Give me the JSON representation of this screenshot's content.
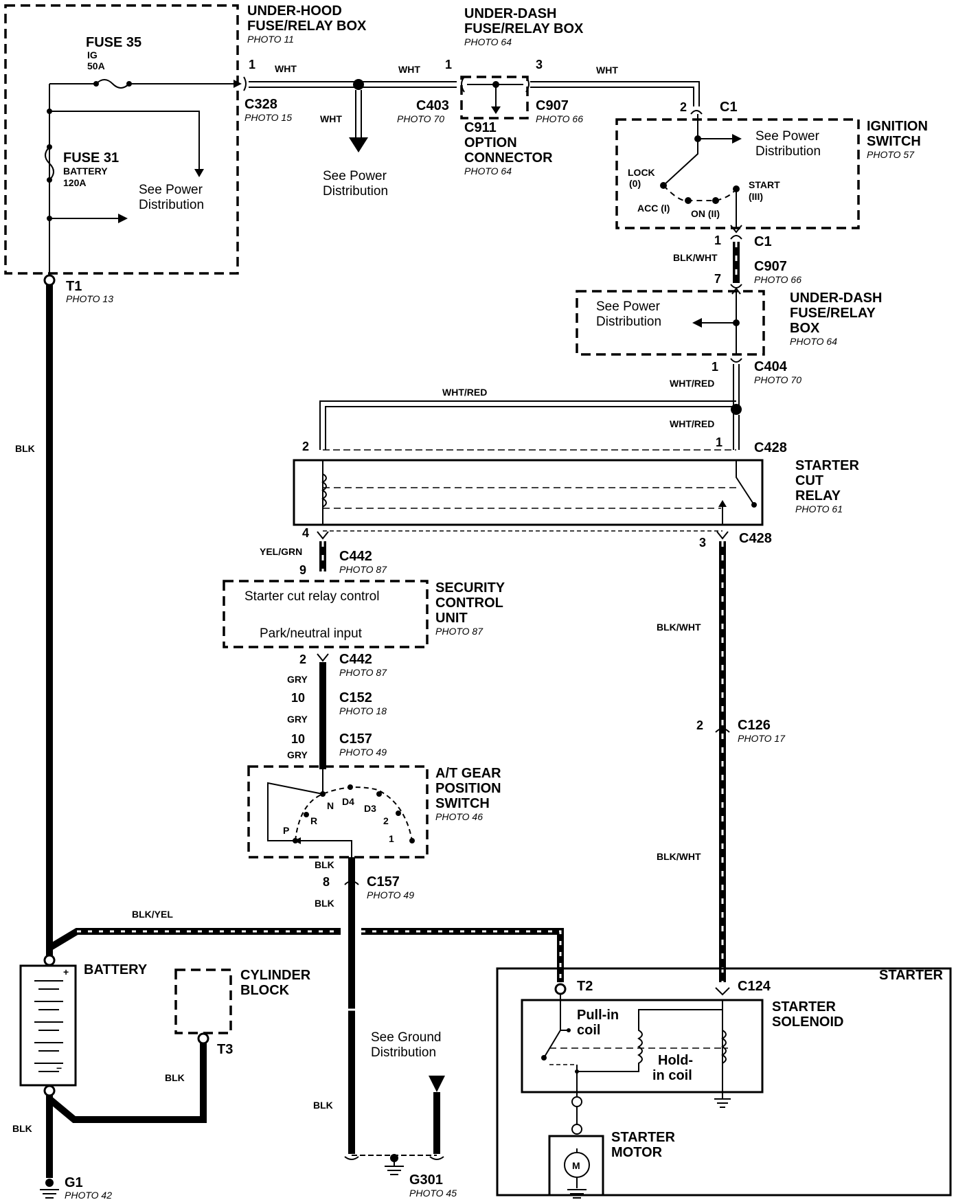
{
  "components": {
    "fuse35": {
      "name": "FUSE 35",
      "sub1": "IG",
      "sub2": "50A"
    },
    "fuse31": {
      "name": "FUSE 31",
      "sub1": "BATTERY",
      "sub2": "120A"
    },
    "underhood": {
      "line1": "UNDER-HOOD",
      "line2": "FUSE/RELAY BOX",
      "photo": "PHOTO 11"
    },
    "underdash_top": {
      "line1": "UNDER-DASH",
      "line2": "FUSE/RELAY BOX",
      "photo": "PHOTO 64"
    },
    "option": {
      "line1": "C911",
      "line2": "OPTION",
      "line3": "CONNECTOR",
      "photo": "PHOTO 64"
    },
    "ignition": {
      "line1": "IGNITION",
      "line2": "SWITCH",
      "photo": "PHOTO 57",
      "lock": "LOCK",
      "lock2": "(0)",
      "acc": "ACC (I)",
      "on": "ON (II)",
      "start": "START",
      "start2": "(III)"
    },
    "underdash_mid": {
      "line1": "UNDER-DASH",
      "line2": "FUSE/RELAY",
      "line3": "BOX",
      "photo": "PHOTO 64"
    },
    "starter_cut": {
      "line1": "STARTER",
      "line2": "CUT",
      "line3": "RELAY",
      "photo": "PHOTO 61"
    },
    "security": {
      "line1": "SECURITY",
      "line2": "CONTROL",
      "line3": "UNIT",
      "photo": "PHOTO 87",
      "in1": "Starter cut relay control",
      "in2": "Park/neutral input"
    },
    "atgear": {
      "line1": "A/T GEAR",
      "line2": "POSITION",
      "line3": "SWITCH",
      "photo": "PHOTO 46",
      "p": "P",
      "r": "R",
      "n": "N",
      "d4": "D4",
      "d3": "D3",
      "two": "2",
      "one": "1"
    },
    "battery": {
      "label": "BATTERY",
      "plus": "+",
      "minus": "−"
    },
    "cylinder": {
      "line1": "CYLINDER",
      "line2": "BLOCK"
    },
    "starter": {
      "label": "STARTER"
    },
    "solenoid": {
      "line1": "STARTER",
      "line2": "SOLENOID",
      "pull1": "Pull-in",
      "pull2": "coil",
      "hold1": "Hold-",
      "hold2": "in coil"
    },
    "motor": {
      "line1": "STARTER",
      "line2": "MOTOR",
      "m": "M"
    },
    "power_dist": {
      "line1": "See Power",
      "line2": "Distribution"
    },
    "ground_dist": {
      "line1": "See Ground",
      "line2": "Distribution"
    }
  },
  "connectors": {
    "c328": {
      "name": "C328",
      "photo": "PHOTO 15",
      "pin": "1"
    },
    "c403": {
      "name": "C403",
      "photo": "PHOTO 70",
      "pin": "1"
    },
    "c907a": {
      "name": "C907",
      "photo": "PHOTO 66",
      "pin": "3"
    },
    "c1a": {
      "name": "C1",
      "pin": "2"
    },
    "c1b": {
      "name": "C1",
      "pin": "1"
    },
    "c907b": {
      "name": "C907",
      "photo": "PHOTO 66",
      "pin": "7"
    },
    "c404": {
      "name": "C404",
      "photo": "PHOTO 70",
      "pin": "1"
    },
    "c428a": {
      "name": "C428",
      "pin_left": "2",
      "pin_right": "1"
    },
    "c428b": {
      "name": "C428",
      "pin_left": "4",
      "pin_right": "3"
    },
    "c442a": {
      "name": "C442",
      "photo": "PHOTO 87",
      "pin": "9"
    },
    "c442b": {
      "name": "C442",
      "photo": "PHOTO 87",
      "pin": "2"
    },
    "c152": {
      "name": "C152",
      "photo": "PHOTO 18",
      "pin": "10"
    },
    "c157a": {
      "name": "C157",
      "photo": "PHOTO 49",
      "pin": "10"
    },
    "c157b": {
      "name": "C157",
      "photo": "PHOTO 49",
      "pin": "8"
    },
    "c126": {
      "name": "C126",
      "photo": "PHOTO 17",
      "pin": "2"
    },
    "c124": {
      "name": "C124"
    },
    "t1": {
      "name": "T1",
      "photo": "PHOTO 13"
    },
    "t2": {
      "name": "T2"
    },
    "t3": {
      "name": "T3"
    },
    "g1": {
      "name": "G1",
      "photo": "PHOTO 42"
    },
    "g301": {
      "name": "G301",
      "photo": "PHOTO 45"
    }
  },
  "wires": {
    "wht": "WHT",
    "blk_wht": "BLK/WHT",
    "wht_red": "WHT/RED",
    "yel_grn": "YEL/GRN",
    "gry": "GRY",
    "blk": "BLK",
    "blk_yel": "BLK/YEL"
  }
}
